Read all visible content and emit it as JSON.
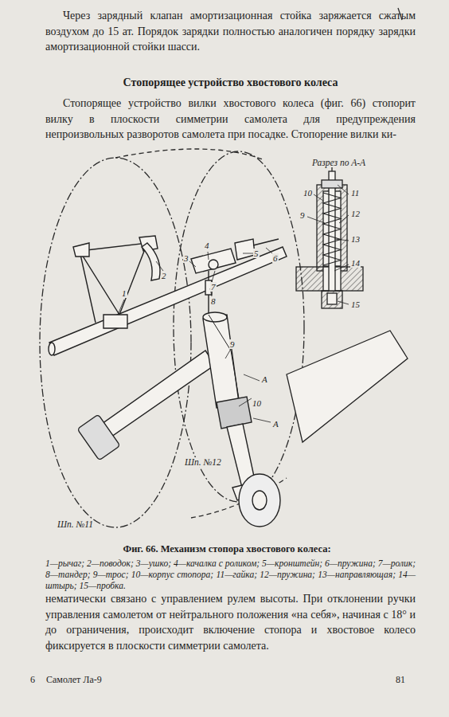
{
  "diagram": {
    "title": "Стопорящее устройство хвостового колеса",
    "caption": "Фиг. 66. Механизм стопора хвостового колеса:",
    "labels": [
      "Через зарядный клапан амортизационная стойка заряжается сжатым воздухом до 15 ат. Порядок зарядки полностью аналогичен порядку зарядки амортизационной стойки шасси.",
      "Стопорящее устройство вилки хвостового колеса (фиг. 66) стопорит вилку в плоскости симметрии самолета для предупреждения непроизвольных разворотов самолета при посадке. Стопорение вилки ки-",
      "нематически связано с управлением рулем высоты. При отклонении ручки управления самолетом от нейтрального положения «на себя», начиная с 18° и до ограничения, происходит включение стопора и хвостовое колесо фиксируется в плоскости симметрии самолета.",
      "1—рычаг; 2—поводок; 3—ушко; 4—качалка с роликом; 5—кронштейн; 6—пружина; 7—ролик; 8—тандер; 9—трос; 10—корпус стопора; 11—гайка; 12—пружина; 13—направляющая; 14—штырь; 15—пробка.",
      "Разрез по А-А",
      "1",
      "2",
      "3",
      "4",
      "5",
      "6",
      "7",
      "8",
      "9",
      "10",
      "10",
      "11",
      "9",
      "12",
      "13",
      "14",
      "15",
      "А",
      "А",
      "Шп. №12",
      "Шп. №11",
      "6",
      "Самолет Ла-9",
      "81"
    ]
  }
}
